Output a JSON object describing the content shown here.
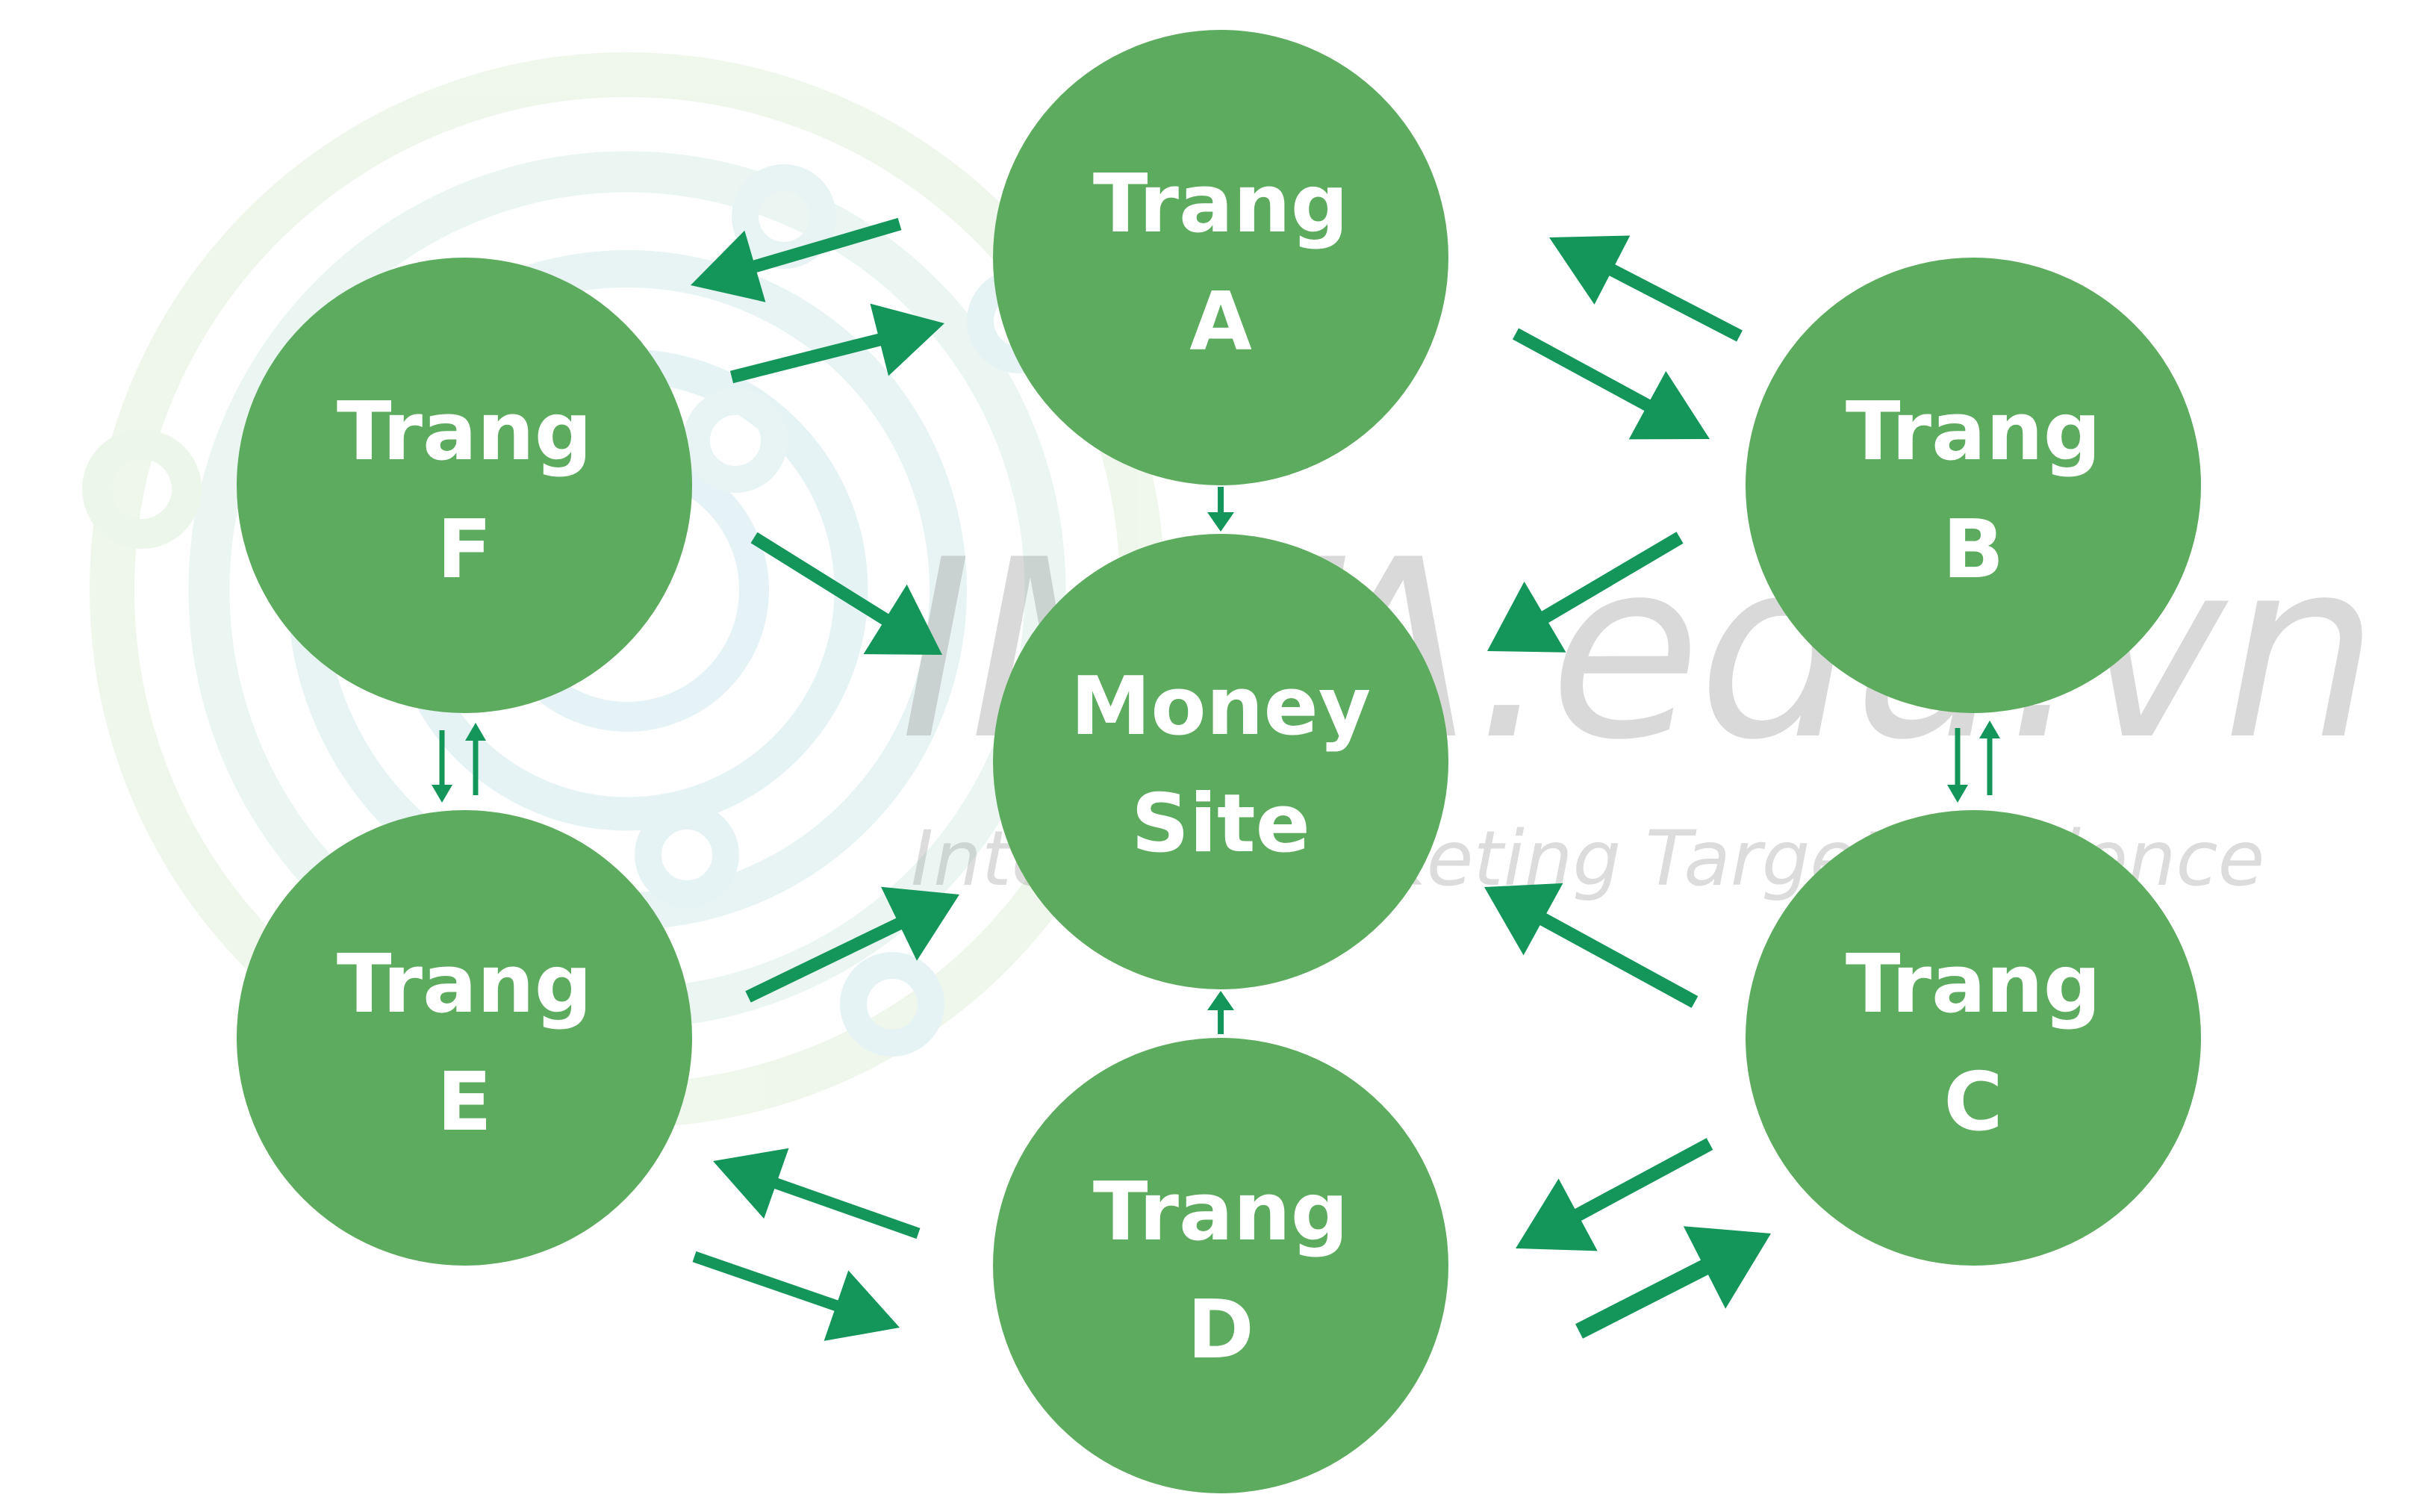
{
  "colors": {
    "node_fill": "#5dab5e",
    "arrow": "#14965a",
    "label": "#ffffff",
    "watermark": "#8a8a8a",
    "logo_tint": "#c9e7e2"
  },
  "watermark": {
    "brand": "IMTA.edu.vn",
    "tagline": "Internet Marketing Target Audience"
  },
  "nodes": {
    "money_site": {
      "line1": "Money",
      "line2": "Site"
    },
    "trang_a": {
      "line1": "Trang",
      "line2": "A"
    },
    "trang_b": {
      "line1": "Trang",
      "line2": "B"
    },
    "trang_c": {
      "line1": "Trang",
      "line2": "C"
    },
    "trang_d": {
      "line1": "Trang",
      "line2": "D"
    },
    "trang_e": {
      "line1": "Trang",
      "line2": "E"
    },
    "trang_f": {
      "line1": "Trang",
      "line2": "F"
    }
  },
  "links": [
    {
      "from": "Trang A",
      "to": "Trang B"
    },
    {
      "from": "Trang B",
      "to": "Trang A"
    },
    {
      "from": "Trang B",
      "to": "Trang C"
    },
    {
      "from": "Trang C",
      "to": "Trang B"
    },
    {
      "from": "Trang C",
      "to": "Trang D"
    },
    {
      "from": "Trang D",
      "to": "Trang C"
    },
    {
      "from": "Trang D",
      "to": "Trang E"
    },
    {
      "from": "Trang E",
      "to": "Trang D"
    },
    {
      "from": "Trang E",
      "to": "Trang F"
    },
    {
      "from": "Trang F",
      "to": "Trang E"
    },
    {
      "from": "Trang F",
      "to": "Trang A"
    },
    {
      "from": "Trang A",
      "to": "Trang F"
    },
    {
      "from": "Trang A",
      "to": "Money Site"
    },
    {
      "from": "Trang B",
      "to": "Money Site"
    },
    {
      "from": "Trang C",
      "to": "Money Site"
    },
    {
      "from": "Trang D",
      "to": "Money Site"
    },
    {
      "from": "Trang E",
      "to": "Money Site"
    },
    {
      "from": "Trang F",
      "to": "Money Site"
    }
  ]
}
